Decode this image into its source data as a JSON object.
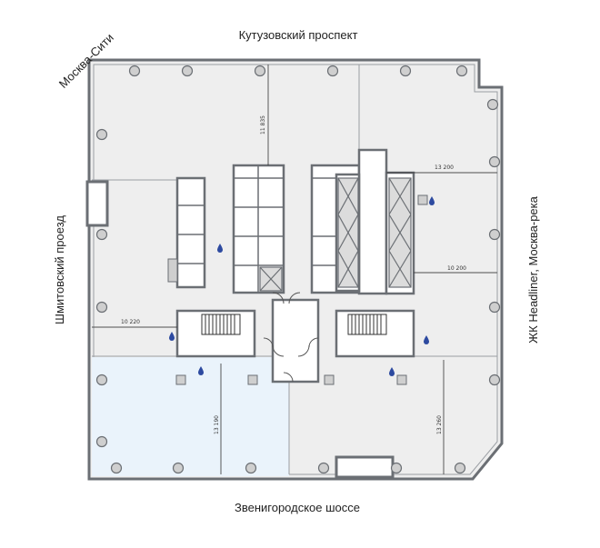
{
  "streets": {
    "top": "Кутузовский проспект",
    "bottom": "Звенигородское шоссе",
    "left": "Шмитовский проезд",
    "right": "ЖК Headliner, Москва-река",
    "top_left": "Москва-Сити"
  },
  "dimensions": {
    "top_center": "11 835",
    "right_upper": "13 200",
    "right_middle": "10 200",
    "left_middle": "10 220",
    "bottom_left": "13 190",
    "bottom_right": "13 260"
  },
  "colors": {
    "wall": "#6b6f74",
    "floor": "#eeeeee",
    "highlight": "#eaf3fb",
    "column": "#cfcfcf",
    "water": "#2d4aa0"
  },
  "icons": {
    "water_drop": "water-drop-icon"
  }
}
